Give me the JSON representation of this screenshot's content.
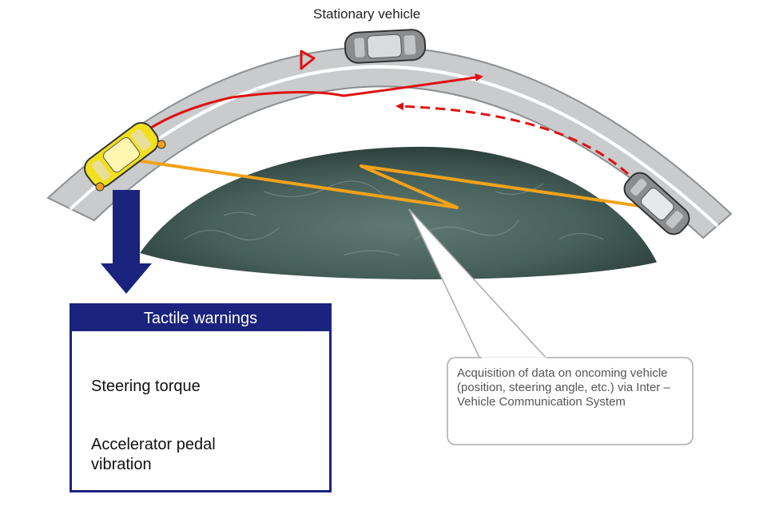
{
  "labels": {
    "stationary_vehicle": "Stationary vehicle",
    "tactile_title": "Tactile warnings",
    "steering_torque": "Steering torque",
    "accelerator_vibration": "Accelerator pedal vibration",
    "callout_text": "Acquisition of data on oncoming vehicle (position, steering angle, etc.) via Inter –Vehicle Communication System"
  },
  "icons": {
    "warning_triangle": "warning-triangle-icon",
    "steering_wheel": "steering-wheel-icon",
    "accelerator_pedal": "accelerator-pedal-icon"
  },
  "colors": {
    "road": "#c9cbcd",
    "lane_line": "#ffffff",
    "own_path": "#e01010",
    "oncoming_path": "#e01010",
    "communication_link": "#f2a21a",
    "own_vehicle": "#f2df1e",
    "other_vehicle": "#8a8c8e",
    "tactile_frame": "#1a237e",
    "hill": "#3e5650"
  }
}
